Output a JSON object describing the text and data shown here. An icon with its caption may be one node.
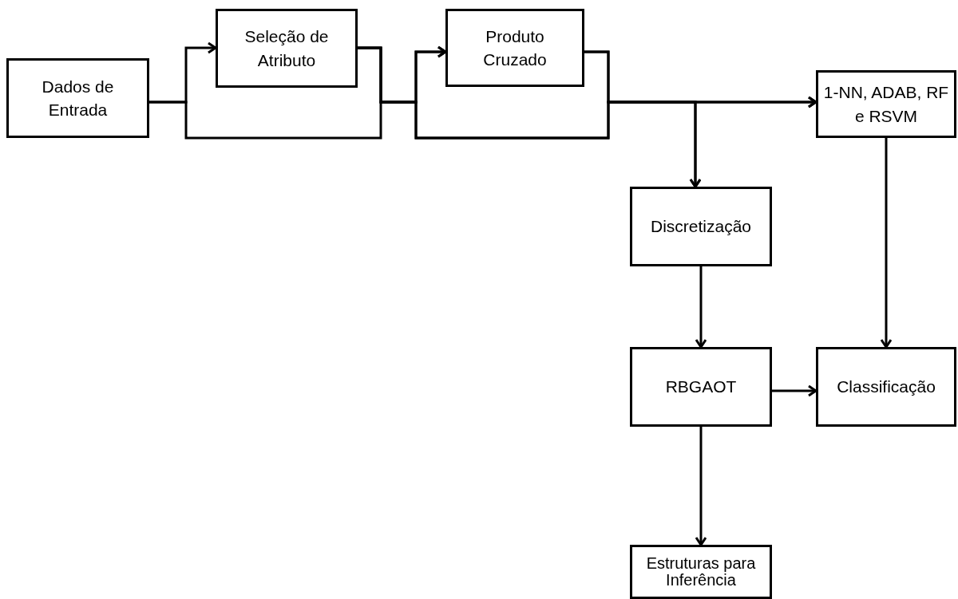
{
  "diagram": {
    "nodes": [
      {
        "text": [
          "Dados de Entrada"
        ]
      },
      {
        "text": [
          "Seleção de Atributo"
        ]
      },
      {
        "text": [
          "Produto Cruzado"
        ]
      },
      {
        "text": [
          "1-NN, ADAB, RF e RSVM"
        ]
      },
      {
        "text": [
          "Discretização"
        ]
      },
      {
        "text": [
          "RBGAOT"
        ]
      },
      {
        "text": [
          "Classificação"
        ]
      },
      {
        "text": [
          "Estruturas para Inferência"
        ]
      }
    ],
    "edges": [
      {
        "from": 0,
        "to": 1,
        "arrow": "to"
      },
      {
        "from": 0,
        "to": 2,
        "arrow": "to"
      },
      {
        "from": 1,
        "to": 2,
        "arrow": "to"
      },
      {
        "from": 2,
        "to": 3,
        "arrow": "to"
      },
      {
        "from": 2,
        "to": 4,
        "arrow": "to"
      },
      {
        "from": 1,
        "to": 3,
        "arrow": "to"
      },
      {
        "from": 1,
        "to": 4,
        "arrow": "to"
      },
      {
        "from": 3,
        "to": 6,
        "arrow": "to"
      },
      {
        "from": 4,
        "to": 5,
        "arrow": "to"
      },
      {
        "from": 5,
        "to": 6,
        "arrow": "to"
      },
      {
        "from": 5,
        "to": 7,
        "arrow": "to"
      }
    ]
  }
}
